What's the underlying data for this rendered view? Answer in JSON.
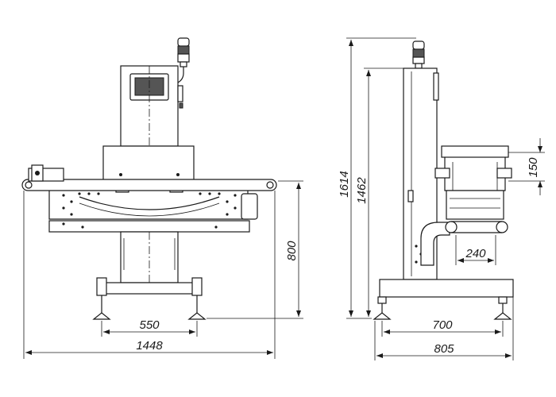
{
  "front_view": {
    "dimensions": {
      "width_total": "1448",
      "leg_span": "550",
      "belt_height": "800"
    }
  },
  "side_view": {
    "dimensions": {
      "total_height": "1614",
      "column_height": "1462",
      "guide_height": "150",
      "chute_width": "240",
      "leg_span": "700",
      "base_width": "805"
    }
  }
}
